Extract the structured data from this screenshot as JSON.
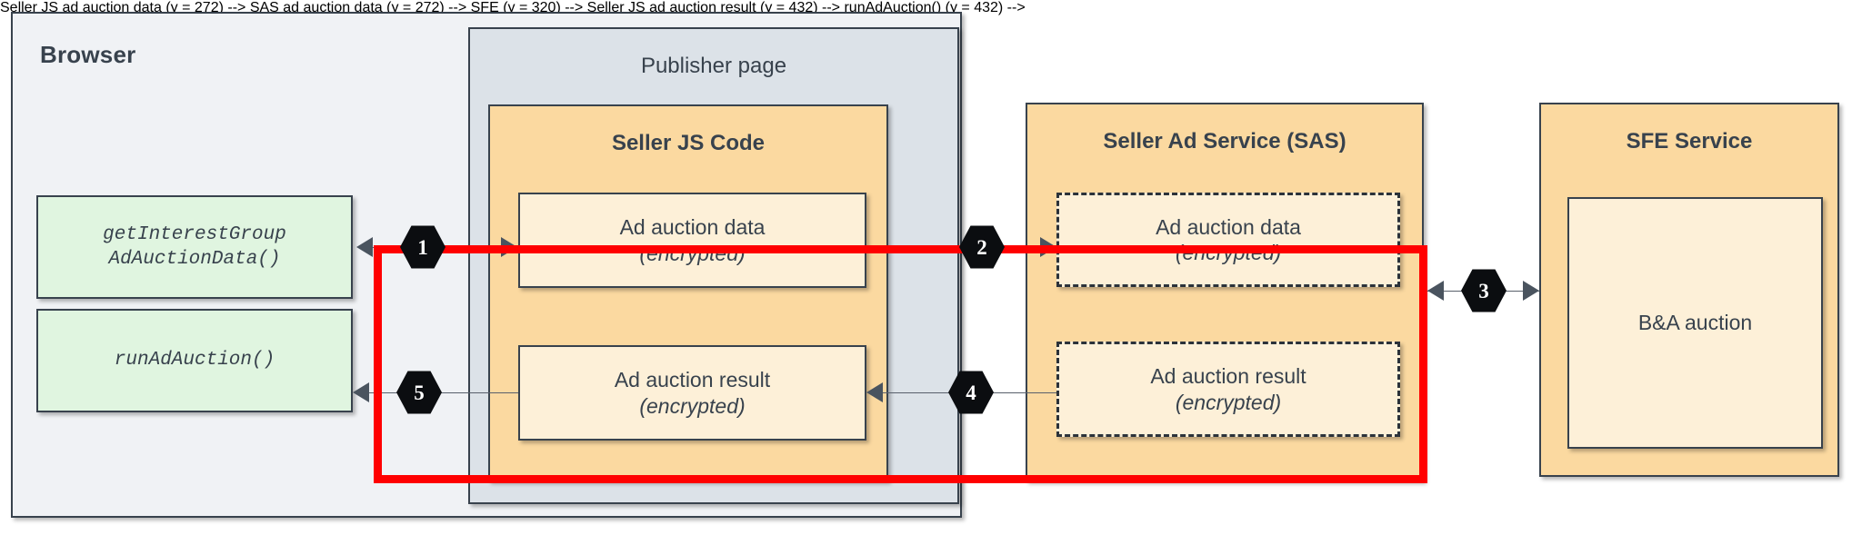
{
  "diagram": {
    "title_browser": "Browser",
    "colors": {
      "browser_bg": "#F0F2F5",
      "publisher_bg": "#DCE2E8",
      "service_bg": "#FBD9A0",
      "inner_bg": "#FDF0D8",
      "api_bg": "#E0F5E0",
      "stroke": "#38424D",
      "highlight": "#FF0000",
      "badge_bg": "#0B0D10"
    },
    "browser": {
      "label": "Browser",
      "api_calls": [
        {
          "name": "get-interest-group-ad-auction-data",
          "label": "getInterestGroup\nAdAuctionData()"
        },
        {
          "name": "run-ad-auction",
          "label": "runAdAuction()"
        }
      ]
    },
    "publisher": {
      "title": "Publisher page",
      "seller_js": {
        "title": "Seller JS Code",
        "items": [
          {
            "name": "ad-auction-data",
            "line1": "Ad auction data",
            "line2": "(encrypted)"
          },
          {
            "name": "ad-auction-result",
            "line1": "Ad auction result",
            "line2": "(encrypted)"
          }
        ]
      }
    },
    "sas": {
      "title": "Seller Ad Service (SAS)",
      "items": [
        {
          "name": "ad-auction-data",
          "line1": "Ad auction data",
          "line2": "(encrypted)"
        },
        {
          "name": "ad-auction-result",
          "line1": "Ad auction result",
          "line2": "(encrypted)"
        }
      ]
    },
    "sfe": {
      "title": "SFE Service",
      "items": [
        {
          "name": "ba-auction",
          "line1": "B&A auction",
          "line2": ""
        }
      ]
    },
    "steps": [
      {
        "id": "1",
        "from": "getInterestGroupAdAuctionData()",
        "to": "Seller JS Code / Ad auction data",
        "direction": "bidirectional"
      },
      {
        "id": "2",
        "from": "Seller JS Code / Ad auction data",
        "to": "SAS / Ad auction data",
        "direction": "right"
      },
      {
        "id": "3",
        "from": "SAS",
        "to": "SFE Service",
        "direction": "bidirectional"
      },
      {
        "id": "4",
        "from": "SAS / Ad auction result",
        "to": "Seller JS Code / Ad auction result",
        "direction": "left"
      },
      {
        "id": "5",
        "from": "Seller JS Code / Ad auction result",
        "to": "runAdAuction()",
        "direction": "left"
      }
    ],
    "highlight": {
      "name": "red-highlight-region",
      "covers": "Ad auction result boxes in Seller JS Code and Seller Ad Service"
    }
  }
}
